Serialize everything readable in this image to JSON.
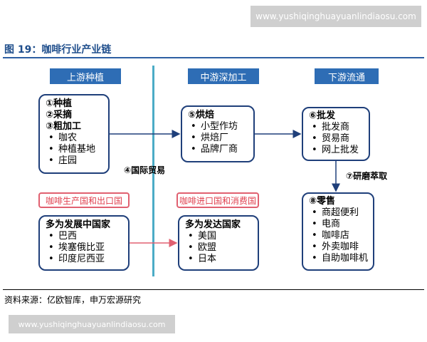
{
  "watermark_top": "www.yushiqinghuayuanlindiaosu.com",
  "watermark_bottom": "www.yushiqinghuayuanlindiaosu.com",
  "title": "图 19：咖啡行业产业链",
  "source": "资料来源：亿欧智库，申万宏源研究",
  "headers": {
    "upstream": "上游种植",
    "midstream": "中游深加工",
    "downstream": "下游流通"
  },
  "upstream_box": {
    "steps": [
      "①种植",
      "②采摘",
      "③粗加工"
    ],
    "items": [
      "咖农",
      "种植基地",
      "庄园"
    ]
  },
  "midstream_box": {
    "step": "⑤烘焙",
    "items": [
      "小型作坊",
      "烘焙厂",
      "品牌厂商"
    ]
  },
  "wholesale_box": {
    "step": "⑥批发",
    "items": [
      "批发商",
      "贸易商",
      "网上批发"
    ]
  },
  "retail_box": {
    "step": "⑧零售",
    "items": [
      "商超便利",
      "电商",
      "咖啡店",
      "外卖咖啡",
      "自助咖啡机"
    ]
  },
  "edge_labels": {
    "trade": "④国际贸易",
    "grind": "⑦研磨萃取"
  },
  "producer_tag": "咖啡生产国和出口国",
  "consumer_tag": "咖啡进口国和消费国",
  "developing_box": {
    "heading": "多为发展中国家",
    "items": [
      "巴西",
      "埃塞俄比亚",
      "印度尼西亚"
    ]
  },
  "developed_box": {
    "heading": "多为发达国家",
    "items": [
      "美国",
      "欧盟",
      "日本"
    ]
  },
  "colors": {
    "header_bg": "#2e6db5",
    "box_border": "#1f3f7a",
    "divider": "#4bacc6",
    "red_tag": "#e06070",
    "title": "#1f4e8c"
  }
}
